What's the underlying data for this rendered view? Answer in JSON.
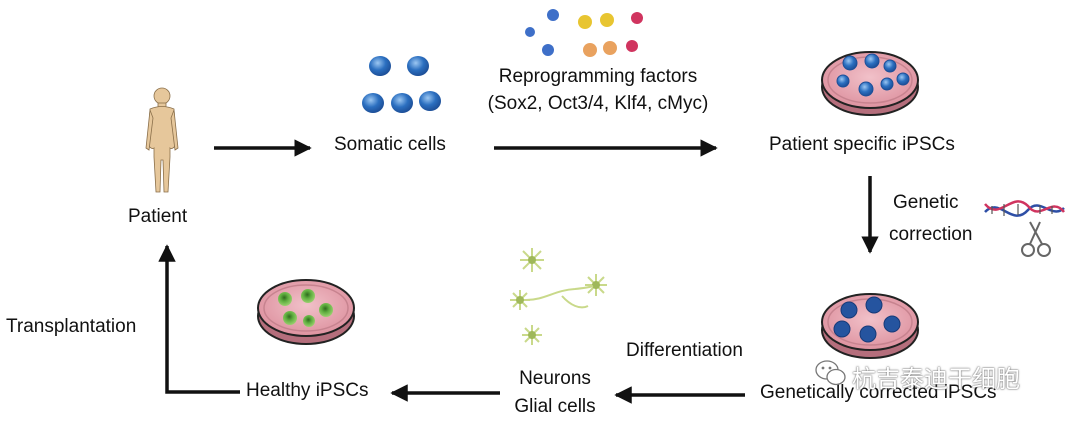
{
  "labels": {
    "patient": "Patient",
    "somatic_cells": "Somatic cells",
    "reprogramming_title": "Reprogramming factors",
    "reprogramming_factors": "(Sox2, Oct3/4, Klf4, cMyc)",
    "patient_ipscs": "Patient specific iPSCs",
    "genetic": "Genetic",
    "correction": "correction",
    "corrected_ipscs": "Genetically corrected iPSCs",
    "differentiation": "Differentiation",
    "neurons": "Neurons",
    "glial_cells": "Glial cells",
    "healthy_ipscs": "Healthy iPSCs",
    "transplantation": "Transplantation"
  },
  "watermark": {
    "text": "杭吉泰迪干细胞",
    "icon": "wechat-icon"
  },
  "icons": {
    "patient": "human-figure-icon",
    "somatic": "somatic-cells-icon",
    "factors": "reprogramming-factor-dots-icon",
    "dish_patient": "petri-dish-icon",
    "dna": "dna-scissors-icon",
    "dish_corrected": "petri-dish-icon",
    "neurons": "neuron-cells-icon",
    "dish_healthy": "petri-dish-icon"
  },
  "colors": {
    "arrow": "#111111",
    "dish_fill": "#e7a2ae",
    "dish_rim": "#222222",
    "cell_blue": "#2b6fc0",
    "cell_dark_blue": "#1f4f9e",
    "cell_green": "#4f9a35",
    "neuron": "#c9d98a"
  }
}
